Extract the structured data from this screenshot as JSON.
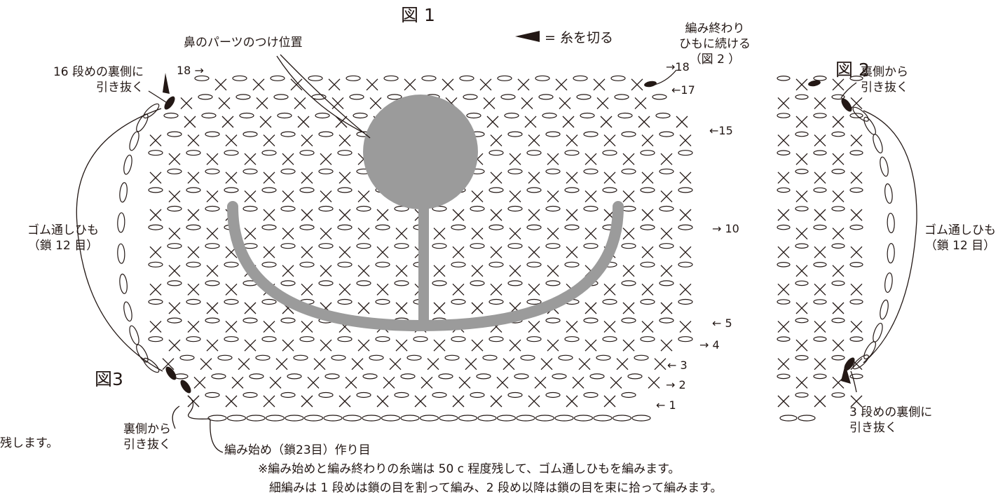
{
  "figures": {
    "fig1": "図 1",
    "fig2": "図 2",
    "fig3": "図3"
  },
  "legend": {
    "cut_yarn": "= 糸を切る"
  },
  "labels": {
    "nose_position": "鼻のパーツのつけ位置",
    "end_of_work": [
      "編み終わり",
      "ひもに続ける",
      "（図 2 ）"
    ],
    "pull_through_16": [
      "16 段めの裏側に",
      "引き抜く"
    ],
    "elastic_cord_left": [
      "ゴム通しひも",
      "（鎖 12 目）"
    ],
    "elastic_cord_right": [
      "ゴム通しひも",
      "（鎖 12 目）"
    ],
    "pull_from_back_fig2": [
      "裏側から",
      "引き抜く"
    ],
    "pull_from_back_fig3": [
      "裏側から",
      "引き抜く"
    ],
    "pull_through_3": [
      "3 段めの裏側に",
      "引き抜く"
    ],
    "start_chain": "編み始め（鎖23目）作り目",
    "cut_off_left": "残します。"
  },
  "row_numbers": {
    "r18_left": "18 →",
    "r18_right": "→18",
    "r17": "←17",
    "r15": "←15",
    "r10": "→ 10",
    "r5": "← 5",
    "r4": "→ 4",
    "r3": "← 3",
    "r2": "→ 2",
    "r1": "← 1"
  },
  "notes": [
    "※編み始めと編み終わりの糸端は 50 c 程度残して、ゴム通しひもを編みます。",
    "細編みは 1 段めは鎖の目を割って編み、2 段め以降は鎖の目を束に拾って編みます。"
  ],
  "colors": {
    "ink": "#231815",
    "nose_gray": "#9b9b9b"
  },
  "icons": [
    "cut-yarn-triangle-icon",
    "single-crochet-x-icon",
    "chain-oval-icon",
    "slip-stitch-dot-icon"
  ]
}
